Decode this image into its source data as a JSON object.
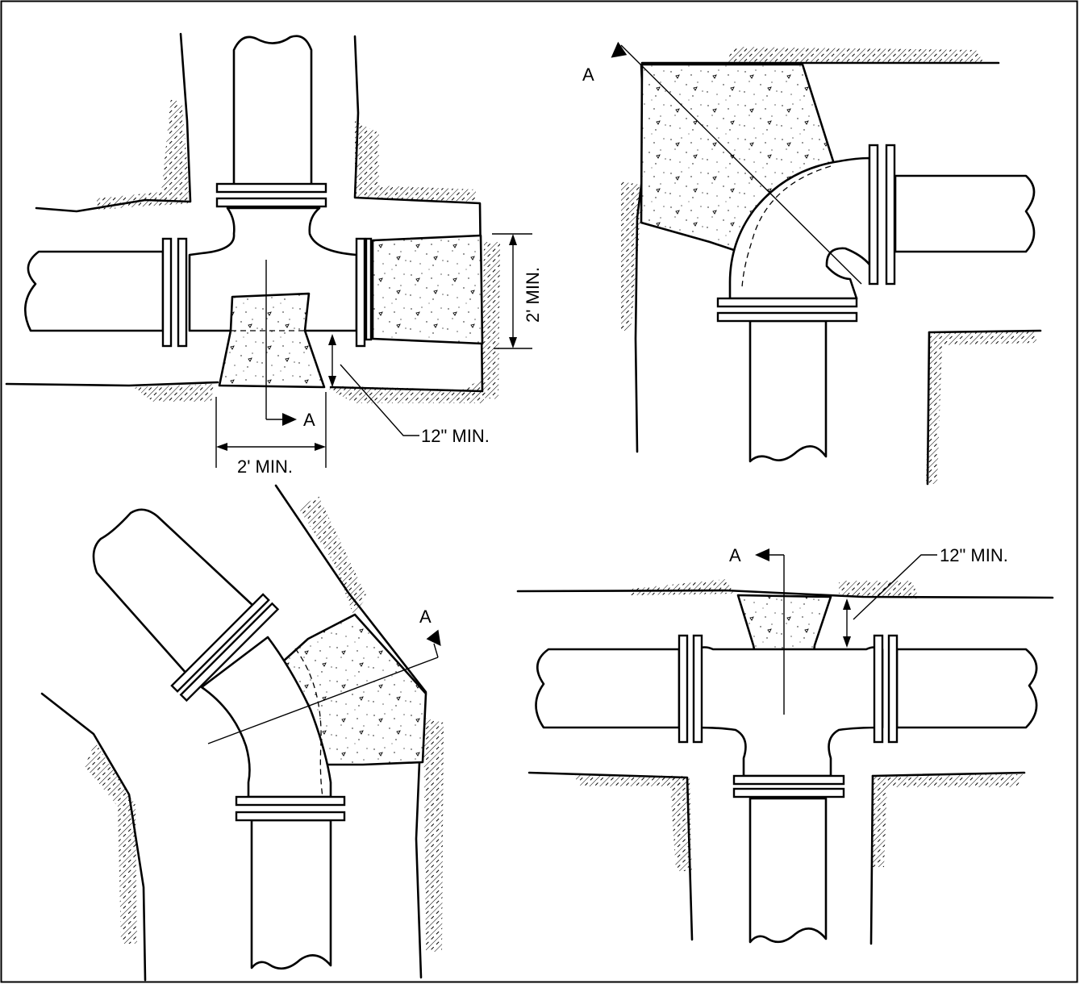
{
  "labels": {
    "section_marker": "A",
    "two_ft_min": "2' MIN.",
    "twelve_in_min": "12\" MIN."
  },
  "colors": {
    "line": "#000000",
    "background": "#ffffff",
    "concrete_fill": "#ffffff"
  }
}
